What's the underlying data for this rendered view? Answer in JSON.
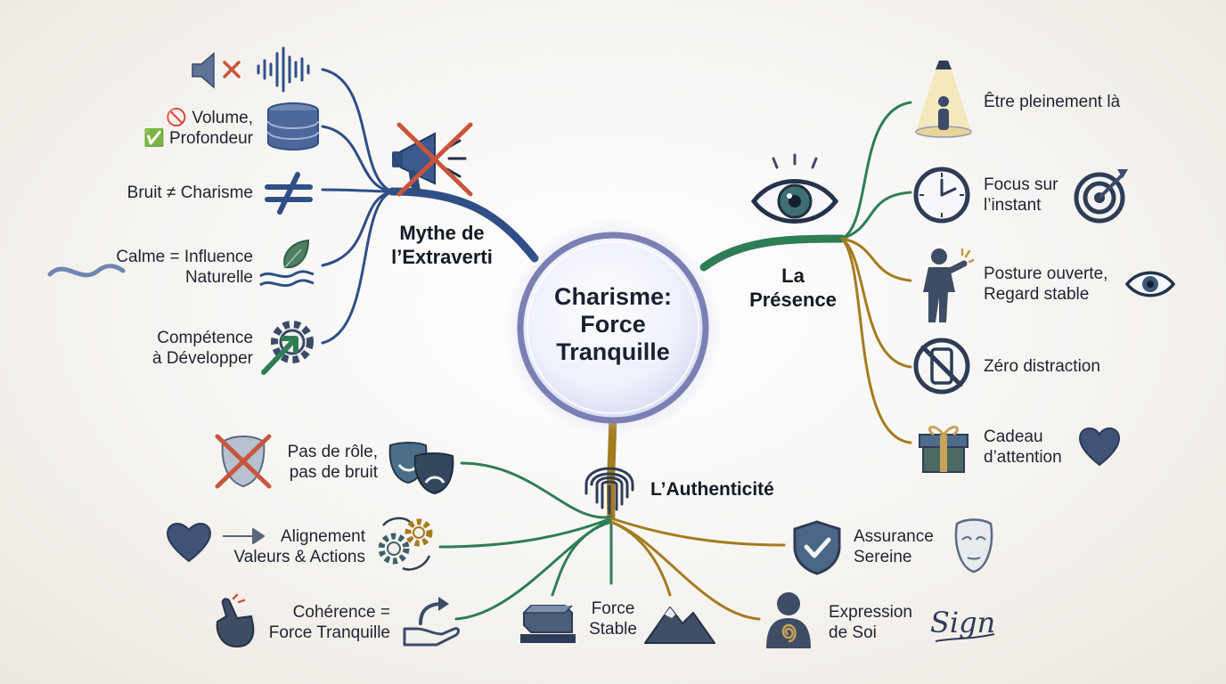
{
  "center": {
    "line1": "Charisme:",
    "line2": "Force",
    "line3": "Tranquille"
  },
  "branches": {
    "myth": {
      "title_1": "Mythe de",
      "title_2": "l’Extraverti",
      "color": "#2f4f86",
      "items": [
        {
          "line1": "🚫 Volume,",
          "line2": "✅ Profondeur"
        },
        {
          "line1": "Bruit ≠ Charisme"
        },
        {
          "line1": "Calme = Influence",
          "line2": "Naturelle"
        },
        {
          "line1": "Compétence",
          "line2": "à Développer"
        }
      ]
    },
    "presence": {
      "title_1": "La",
      "title_2": "Présence",
      "color_green": "#2f7d57",
      "color_gold": "#a57b1f",
      "items": [
        {
          "line1": "Être pleinement là"
        },
        {
          "line1": "Focus sur",
          "line2": "l’instant"
        },
        {
          "line1": "Posture ouverte,",
          "line2": "Regard stable"
        },
        {
          "line1": "Zéro distraction"
        },
        {
          "line1": "Cadeau",
          "line2": "d’attention"
        }
      ]
    },
    "authenticity": {
      "title": "L’Authenticité",
      "color_green": "#2f7d57",
      "color_gold": "#a57b1f",
      "items": [
        {
          "line1": "Pas de rôle,",
          "line2": "pas de bruit"
        },
        {
          "line1": "Alignement",
          "line2": "Valeurs & Actions"
        },
        {
          "line1": "Cohérence =",
          "line2": "Force Tranquille"
        },
        {
          "line1": "Force",
          "line2": "Stable"
        },
        {
          "line1": "Assurance",
          "line2": "Sereine"
        },
        {
          "line1": "Expression",
          "line2": "de Soi"
        }
      ],
      "signature_text": "Sign"
    }
  },
  "icons": [
    "muted-speaker-icon",
    "sound-wave-icon",
    "layered-disc-icon",
    "not-equal-icon",
    "wave-icon",
    "leaf-icon",
    "gear-arrow-icon",
    "crossed-megaphone-icon",
    "eye-icon",
    "spotlight-person-icon",
    "clock-icon",
    "target-icon",
    "person-posture-icon",
    "small-eye-icon",
    "no-phone-icon",
    "gift-icon",
    "heart-icon",
    "fingerprint-icon",
    "crossed-mask-icon",
    "theater-masks-icon",
    "heart-arrow-icon",
    "gears-icon",
    "fingers-crossed-icon",
    "hand-arrow-icon",
    "stone-block-icon",
    "mountain-icon",
    "shield-check-icon",
    "calm-mask-icon",
    "person-spiral-icon",
    "signature-icon"
  ]
}
